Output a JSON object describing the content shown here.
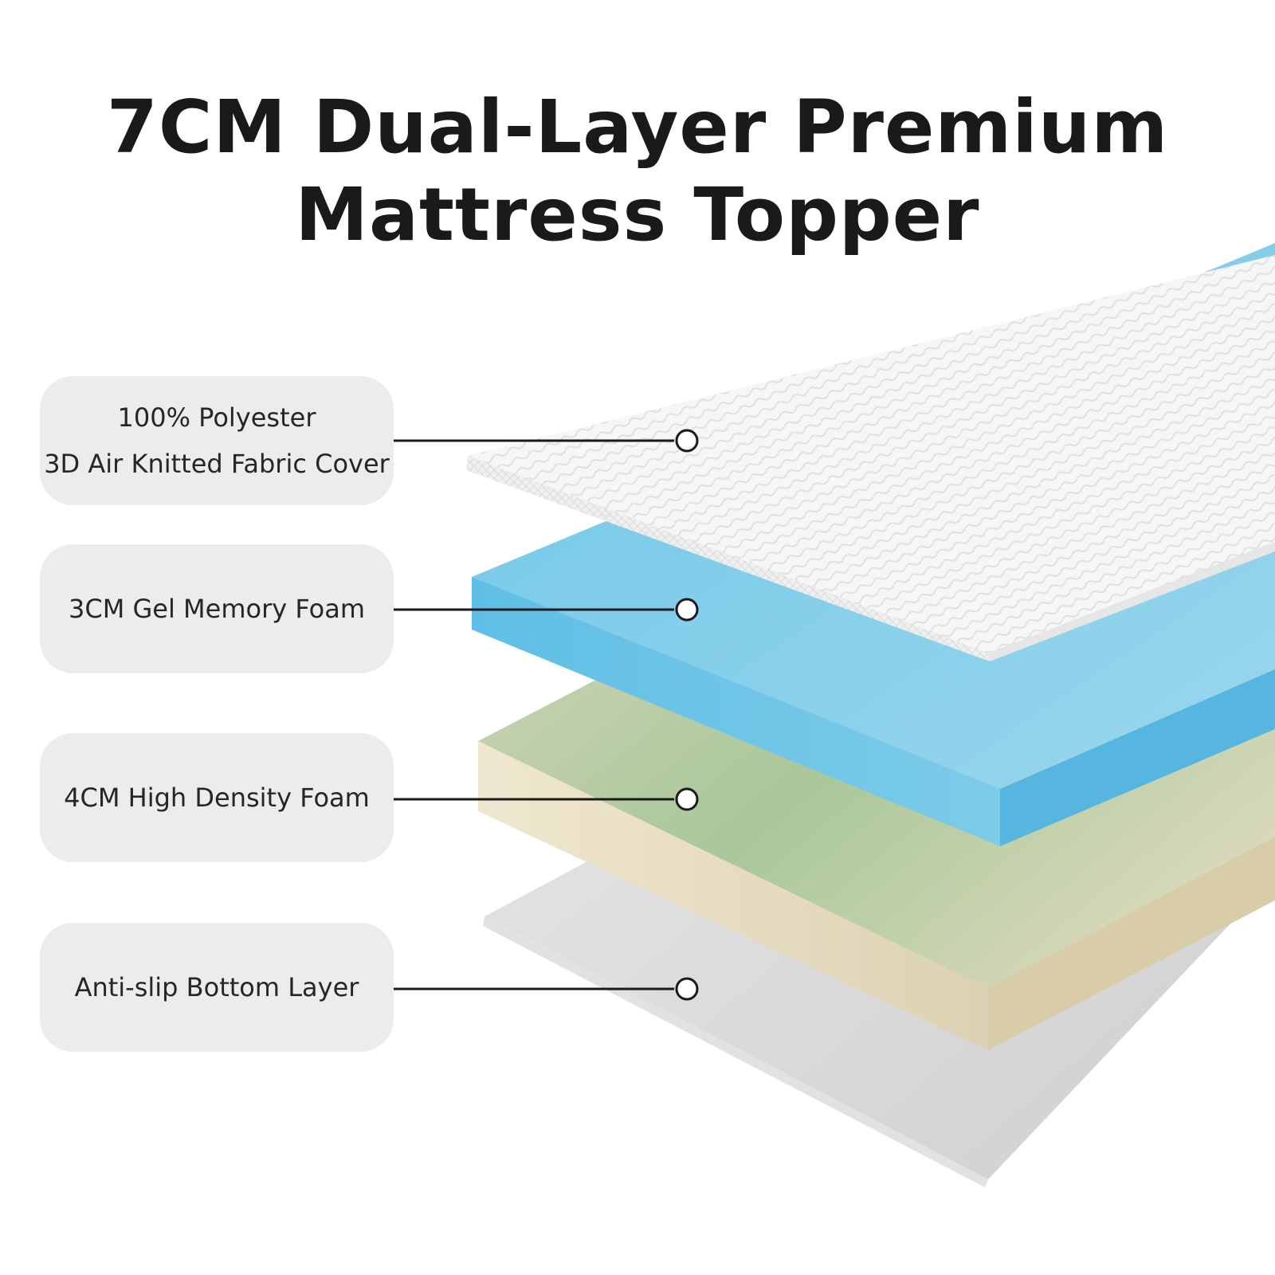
{
  "title": {
    "line1": "7CM Dual-Layer Premium",
    "line2": "Mattress Topper"
  },
  "layers": [
    {
      "lines": [
        "100% Polyester",
        "3D Air Knitted Fabric Cover"
      ],
      "color": "#f4f4f4"
    },
    {
      "lines": [
        "3CM Gel Memory Foam"
      ],
      "color": "#7fcbe6"
    },
    {
      "lines": [
        "4CM High Density Foam"
      ],
      "color": "#e6dcc0"
    },
    {
      "lines": [
        "Anti-slip Bottom Layer"
      ],
      "color": "#d9d9d9"
    }
  ],
  "colors": {
    "label_background": "#ececec",
    "connector": "#1a1a1a",
    "title": "#1a1a1a"
  }
}
